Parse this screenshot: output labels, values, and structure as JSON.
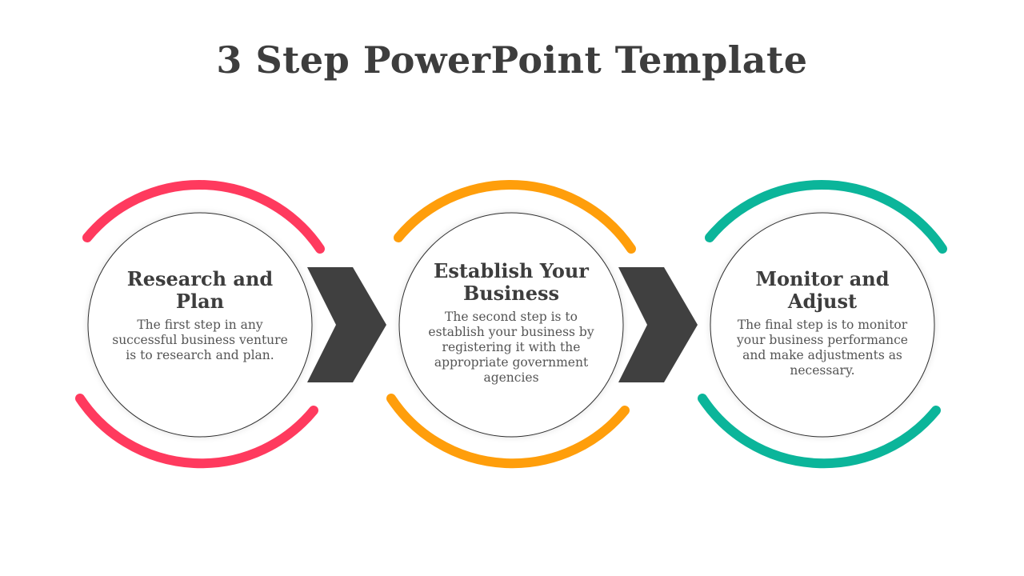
{
  "title": "3 Step PowerPoint Template",
  "steps": [
    {
      "heading": "Research and Plan",
      "description": "The first step in any successful business venture is to research and plan.",
      "color": "#ff3a5e"
    },
    {
      "heading": "Establish Your Business",
      "description": "The second step is to establish your business by registering it with the appropriate government agencies",
      "color": "#ff9e0b"
    },
    {
      "heading": "Monitor and Adjust",
      "description": "The final step is to monitor your business performance and make adjustments as necessary.",
      "color": "#0bb59a"
    }
  ],
  "arrow_color": "#404040"
}
